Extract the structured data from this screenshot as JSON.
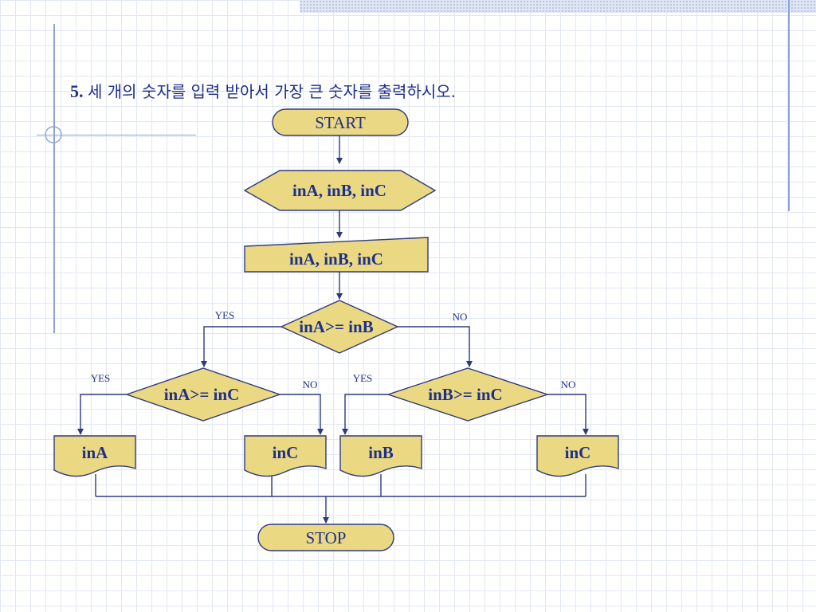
{
  "slide": {
    "title_number": "5.",
    "title_text": "세 개의 숫자를 입력 받아서 가장 큰 숫자를  출력하시오."
  },
  "flowchart": {
    "start": "START",
    "prep": "inA, inB, inC",
    "input": "inA, inB, inC",
    "cond_ab": "inA>= inB",
    "cond_ac": "inA>= inC",
    "cond_bc": "inB>= inC",
    "out_a": "inA",
    "out_c1": "inC",
    "out_b": "inB",
    "out_c2": "inC",
    "stop": "STOP",
    "yes": "YES",
    "no": "NO"
  },
  "colors": {
    "shape_fill": "#ead982",
    "outline": "#2e3a7e",
    "text": "#1f2f8c"
  }
}
